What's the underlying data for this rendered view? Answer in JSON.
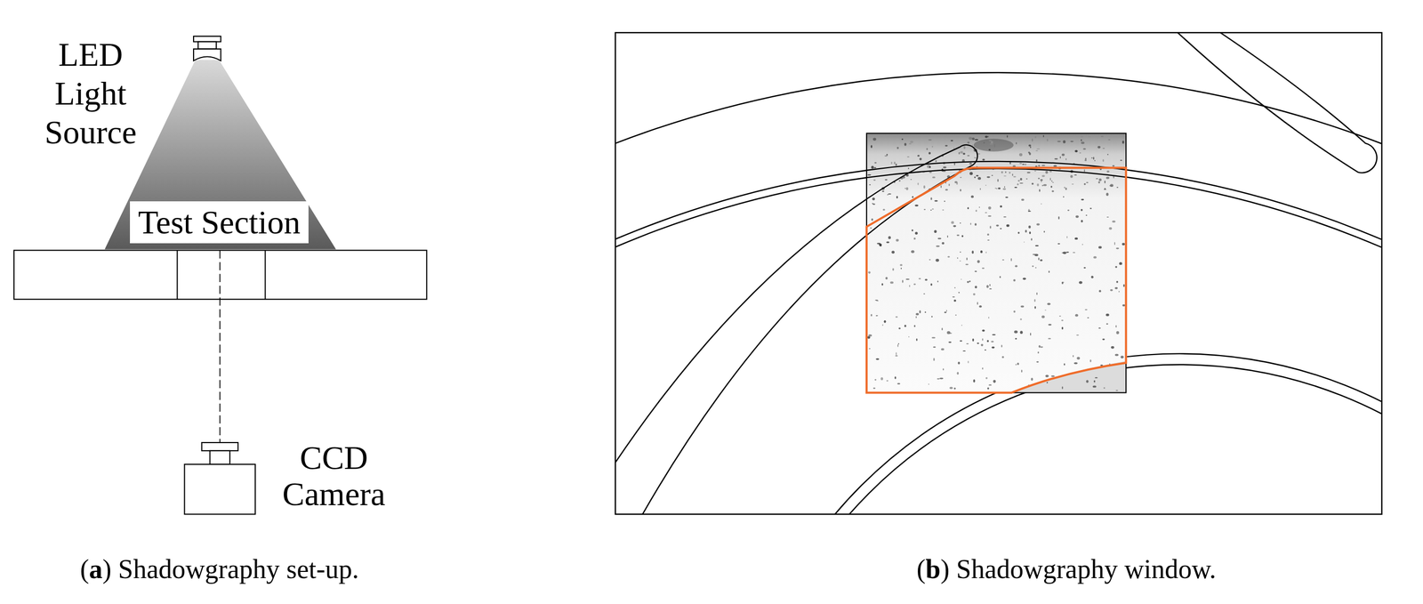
{
  "diagram": {
    "nodes": [
      {
        "text": [
          "Test Section"
        ]
      }
    ],
    "labels": [
      "LED Light Source",
      "CCD Camera",
      "(a) Shadowgraphy set-up.",
      "(b) Shadowgraphy window."
    ]
  }
}
